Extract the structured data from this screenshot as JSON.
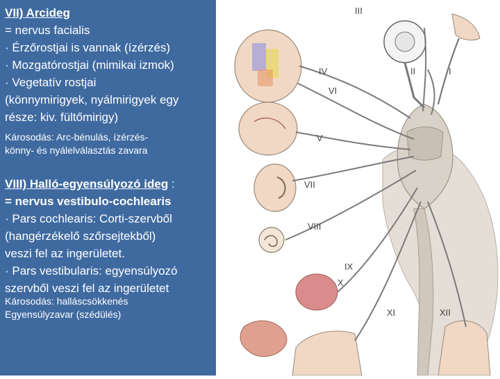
{
  "left": {
    "vii": {
      "title": "VII) Arcideg",
      "line1": "= nervus facialis",
      "line2": "· Érzőrostjai is vannak (ízérzés)",
      "line3": "· Mozgatórostjai (mimikai izmok)",
      "line4": "· Vegetatív rostjai",
      "line5": "(könnymirigyek, nyálmirigyek egy",
      "line6": "része: kiv. fültőmirigy)",
      "damage1": "Károsodás: Arc-bénulás, ízérzés-",
      "damage2": "könny- és nyálelválasztás zavara"
    },
    "viii": {
      "title": "VIII) Halló-egyensúlyozó ideg",
      "title_suffix": " :",
      "line1": "= nervus vestibulo-cochlearis",
      "line2": "· Pars cochlearis: Corti-szervből",
      "line3": "(hangérzékelő szőrsejtekből)",
      "line4": "veszi fel az ingerületet.",
      "line5": "· Pars vestibularis: egyensúlyozó",
      "line6": "szervből veszi fel az ingerületet",
      "damage1": "Károsodás: halláscsökkenés",
      "damage2": "Egyensúlyzavar (szédülés)"
    }
  },
  "diagram": {
    "labels": {
      "III": "III",
      "IV": "IV",
      "II": "II",
      "I": "I",
      "VI": "VI",
      "V": "V",
      "VII": "VII",
      "VIII": "VIII",
      "IX": "IX",
      "X": "X",
      "XI": "XI",
      "XII": "XII"
    },
    "colors": {
      "panel": "#3f6aa0",
      "nerve": "#7a7a7a",
      "brainstem": "#d8d2c8",
      "skin": "#f0d8c4",
      "organ": "#d88c8c"
    }
  }
}
